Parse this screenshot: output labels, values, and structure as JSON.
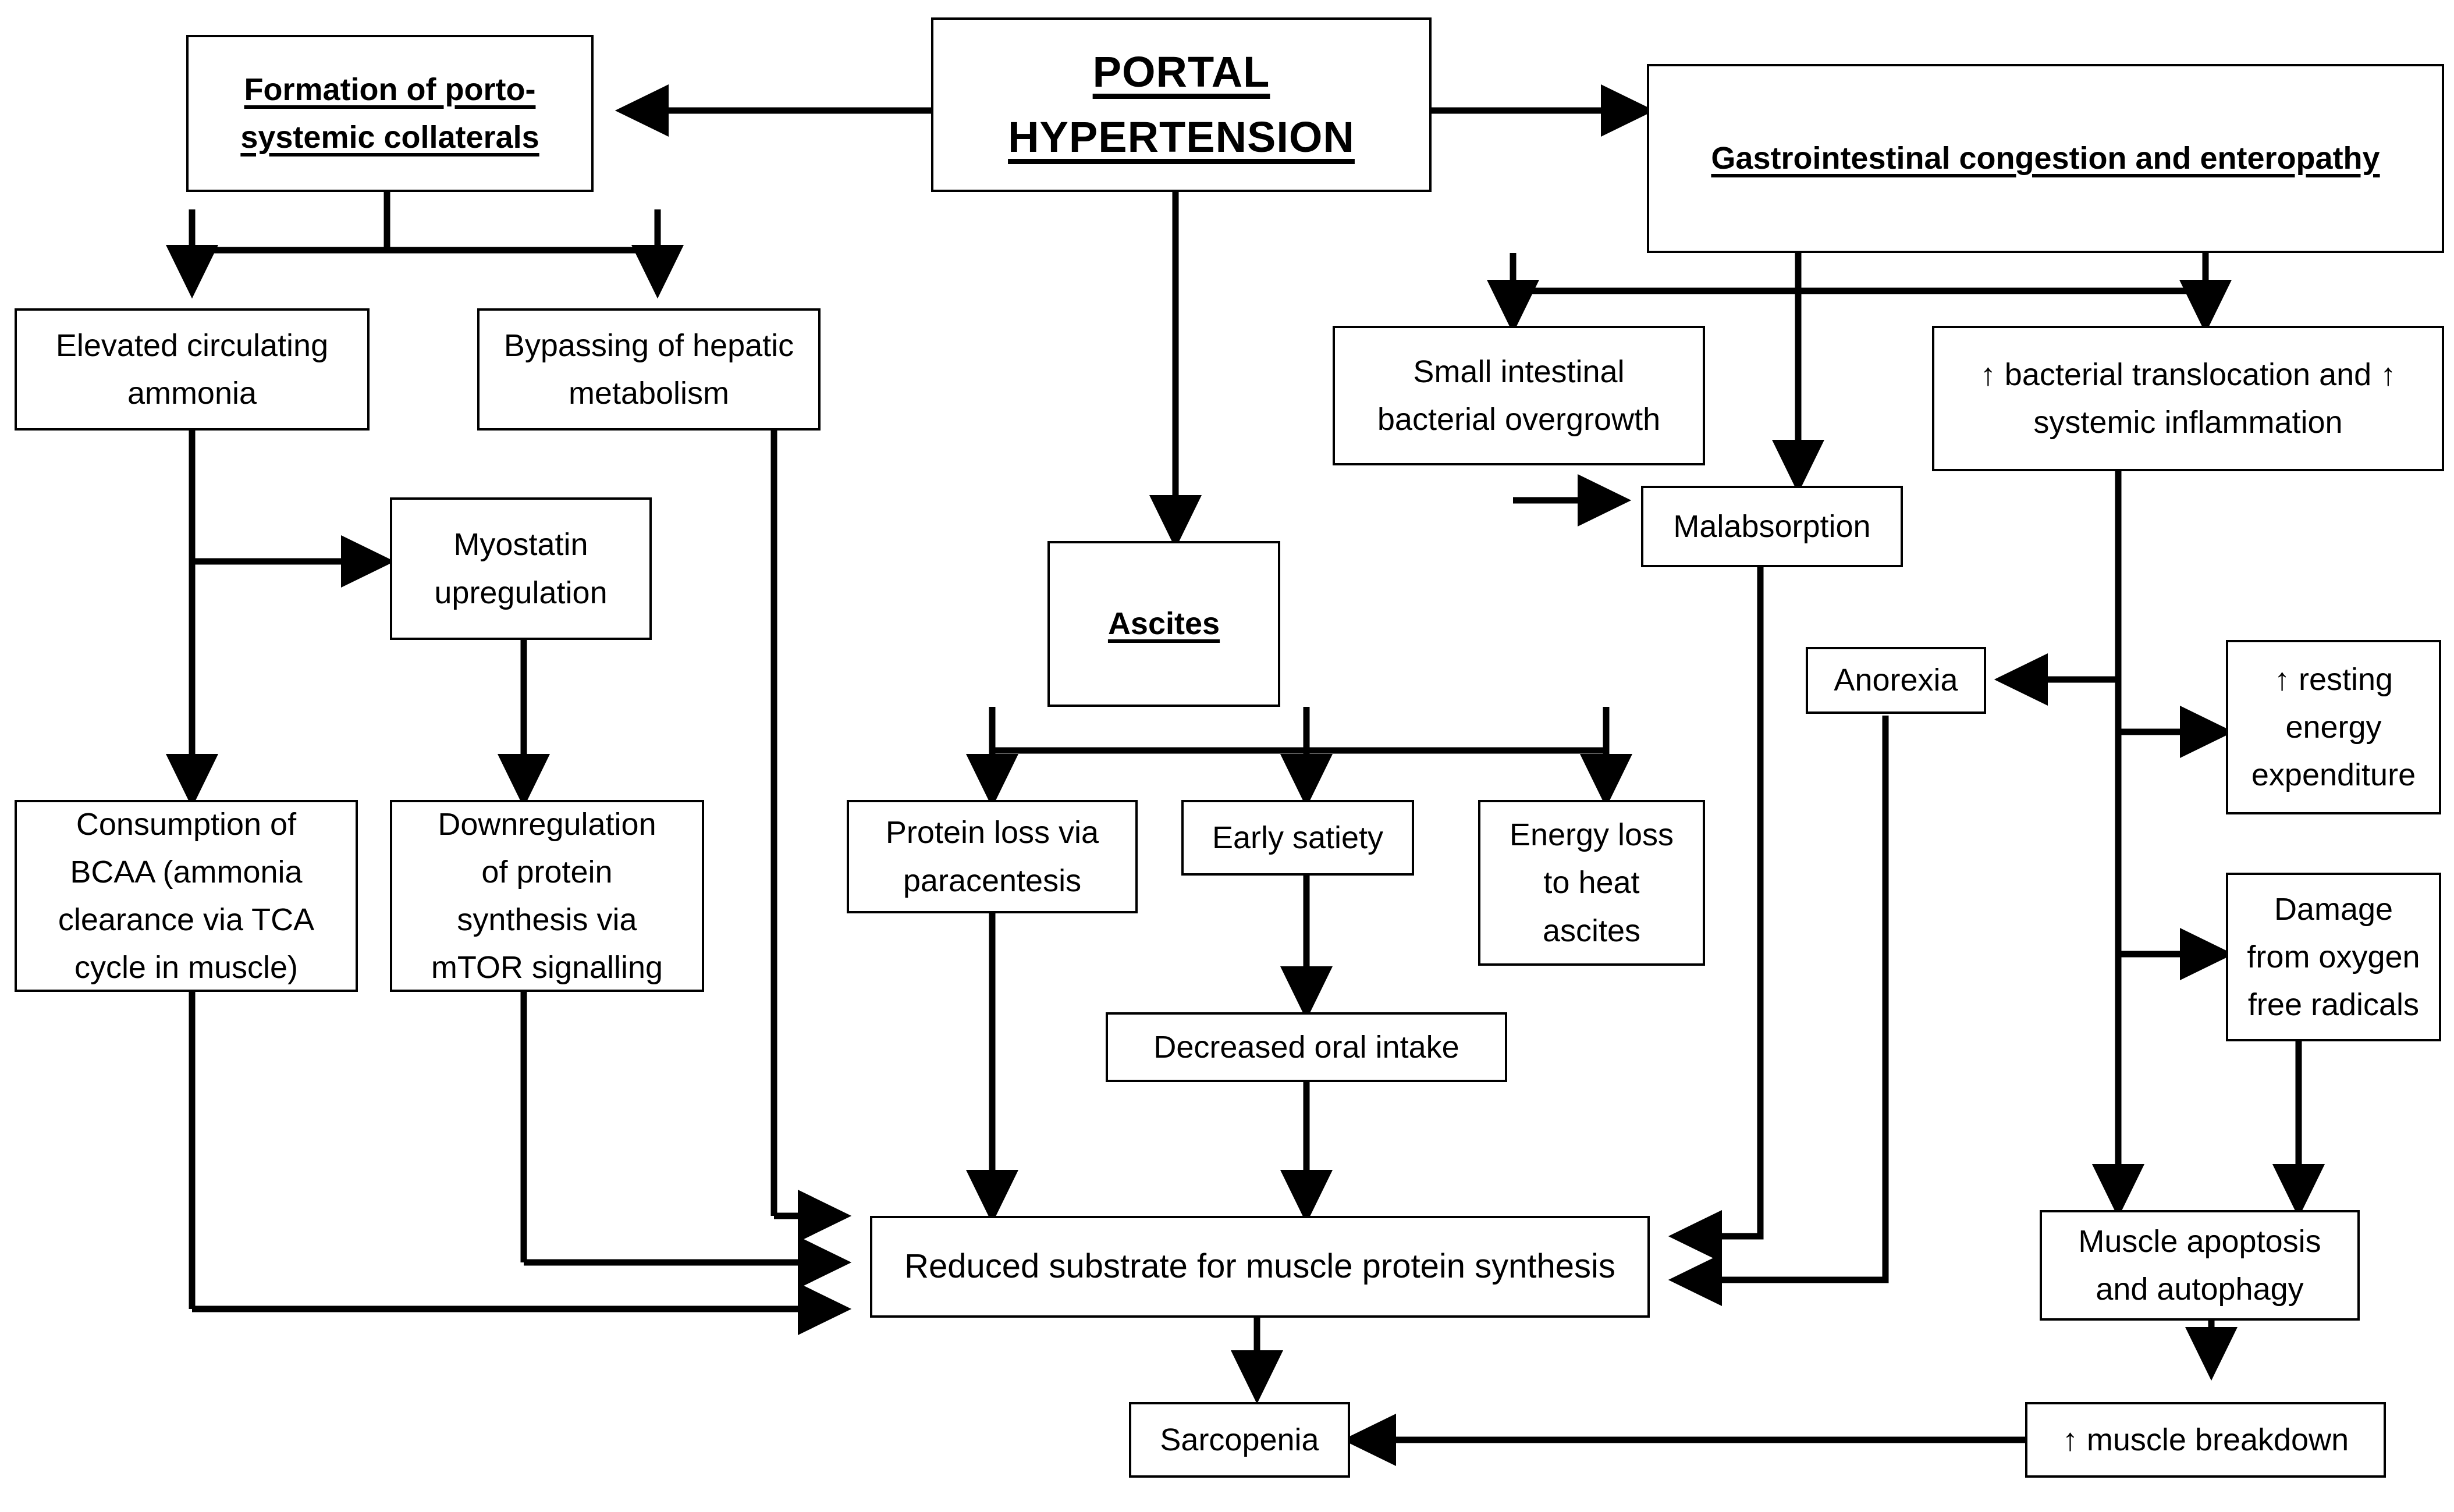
{
  "diagram": {
    "title": "Portal hypertension and sarcopenia pathway flowchart",
    "stroke_color": "#000000",
    "background_color": "#ffffff",
    "nodes": [
      {
        "id": "portal_hypertension",
        "label": "PORTAL\nHYPERTENSION",
        "style": "title"
      },
      {
        "id": "collaterals",
        "label": "Formation of porto-\nsystemic collaterals",
        "style": "emph"
      },
      {
        "id": "gi_congestion",
        "label": "Gastrointestinal congestion and enteropathy",
        "style": "emph"
      },
      {
        "id": "elevated_ammonia",
        "label": "Elevated circulating\nammonia",
        "style": "plain"
      },
      {
        "id": "bypassing_hepatic",
        "label": "Bypassing of hepatic\nmetabolism",
        "style": "plain"
      },
      {
        "id": "myostatin",
        "label": "Myostatin\nupregulation",
        "style": "plain"
      },
      {
        "id": "bcaa",
        "label": "Consumption of\nBCAA (ammonia\nclearance via TCA\ncycle in muscle)",
        "style": "plain"
      },
      {
        "id": "downregulation",
        "label": "Downregulation\nof protein\nsynthesis via\nmTOR signalling",
        "style": "plain"
      },
      {
        "id": "ascites",
        "label": "Ascites",
        "style": "emph"
      },
      {
        "id": "protein_loss",
        "label": "Protein loss via\nparacentesis",
        "style": "plain"
      },
      {
        "id": "early_satiety",
        "label": "Early satiety",
        "style": "plain"
      },
      {
        "id": "energy_loss",
        "label": "Energy loss\nto heat\nascites",
        "style": "plain"
      },
      {
        "id": "decreased_oral_intake",
        "label": "Decreased oral intake",
        "style": "plain"
      },
      {
        "id": "sibo",
        "label": "Small intestinal\nbacterial overgrowth",
        "style": "plain"
      },
      {
        "id": "malabsorption",
        "label": "Malabsorption",
        "style": "plain"
      },
      {
        "id": "bacterial_translocation",
        "label": "↑ bacterial translocation and ↑\nsystemic inflammation",
        "style": "plain"
      },
      {
        "id": "anorexia",
        "label": "Anorexia",
        "style": "plain"
      },
      {
        "id": "resting_energy",
        "label": "↑ resting\nenergy\nexpenditure",
        "style": "plain"
      },
      {
        "id": "oxygen_radicals",
        "label": "Damage\nfrom oxygen\nfree radicals",
        "style": "plain"
      },
      {
        "id": "reduced_substrate",
        "label": "Reduced substrate for muscle protein synthesis",
        "style": "plain"
      },
      {
        "id": "muscle_apoptosis",
        "label": "Muscle apoptosis\nand autophagy",
        "style": "plain"
      },
      {
        "id": "muscle_breakdown",
        "label": "↑ muscle breakdown",
        "style": "plain"
      },
      {
        "id": "sarcopenia",
        "label": "Sarcopenia",
        "style": "plain"
      }
    ],
    "edges": [
      {
        "from": "portal_hypertension",
        "to": "collaterals"
      },
      {
        "from": "portal_hypertension",
        "to": "gi_congestion"
      },
      {
        "from": "portal_hypertension",
        "to": "ascites"
      },
      {
        "from": "collaterals",
        "to": "elevated_ammonia"
      },
      {
        "from": "collaterals",
        "to": "bypassing_hepatic"
      },
      {
        "from": "elevated_ammonia",
        "to": "myostatin"
      },
      {
        "from": "elevated_ammonia",
        "to": "bcaa"
      },
      {
        "from": "myostatin",
        "to": "downregulation"
      },
      {
        "from": "bypassing_hepatic",
        "to": "reduced_substrate"
      },
      {
        "from": "downregulation",
        "to": "reduced_substrate"
      },
      {
        "from": "bcaa",
        "to": "reduced_substrate"
      },
      {
        "from": "ascites",
        "to": "protein_loss"
      },
      {
        "from": "ascites",
        "to": "early_satiety"
      },
      {
        "from": "ascites",
        "to": "energy_loss"
      },
      {
        "from": "early_satiety",
        "to": "decreased_oral_intake"
      },
      {
        "from": "protein_loss",
        "to": "reduced_substrate"
      },
      {
        "from": "decreased_oral_intake",
        "to": "reduced_substrate"
      },
      {
        "from": "gi_congestion",
        "to": "sibo"
      },
      {
        "from": "gi_congestion",
        "to": "malabsorption"
      },
      {
        "from": "gi_congestion",
        "to": "bacterial_translocation"
      },
      {
        "from": "sibo",
        "to": "malabsorption"
      },
      {
        "from": "malabsorption",
        "to": "reduced_substrate"
      },
      {
        "from": "bacterial_translocation",
        "to": "anorexia"
      },
      {
        "from": "bacterial_translocation",
        "to": "resting_energy"
      },
      {
        "from": "bacterial_translocation",
        "to": "oxygen_radicals"
      },
      {
        "from": "bacterial_translocation",
        "to": "muscle_apoptosis"
      },
      {
        "from": "anorexia",
        "to": "reduced_substrate"
      },
      {
        "from": "oxygen_radicals",
        "to": "muscle_apoptosis"
      },
      {
        "from": "muscle_apoptosis",
        "to": "muscle_breakdown"
      },
      {
        "from": "muscle_breakdown",
        "to": "sarcopenia"
      },
      {
        "from": "reduced_substrate",
        "to": "sarcopenia"
      }
    ]
  }
}
